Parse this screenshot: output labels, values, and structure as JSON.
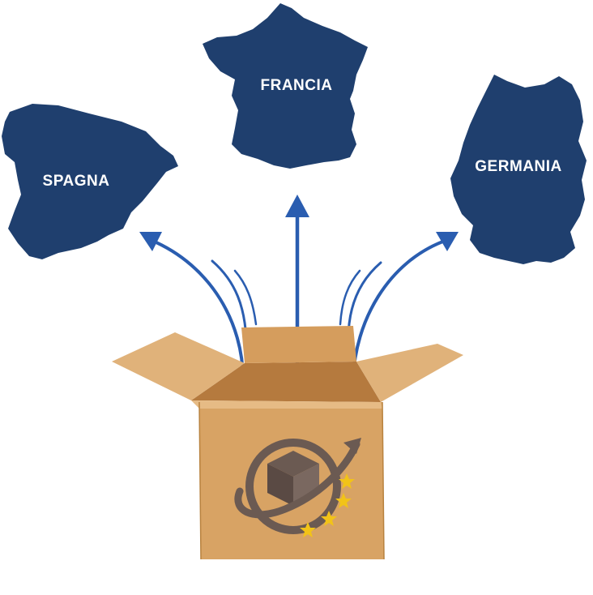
{
  "countries": [
    {
      "id": "spain",
      "label": "SPAGNA"
    },
    {
      "id": "france",
      "label": "FRANCIA"
    },
    {
      "id": "germany",
      "label": "GERMANIA"
    }
  ],
  "colors": {
    "map_fill": "#1f3f6e",
    "arrow": "#2a5db0",
    "box_front": "#d8a364",
    "box_side": "#c88e4f",
    "box_flap": "#e0b27a",
    "box_inside": "#b57a3e",
    "logo": "#6b5a52",
    "stars": "#f2c318"
  },
  "icons": {
    "logo": "globe-package-arrow-logo",
    "stars": "eu-stars"
  }
}
